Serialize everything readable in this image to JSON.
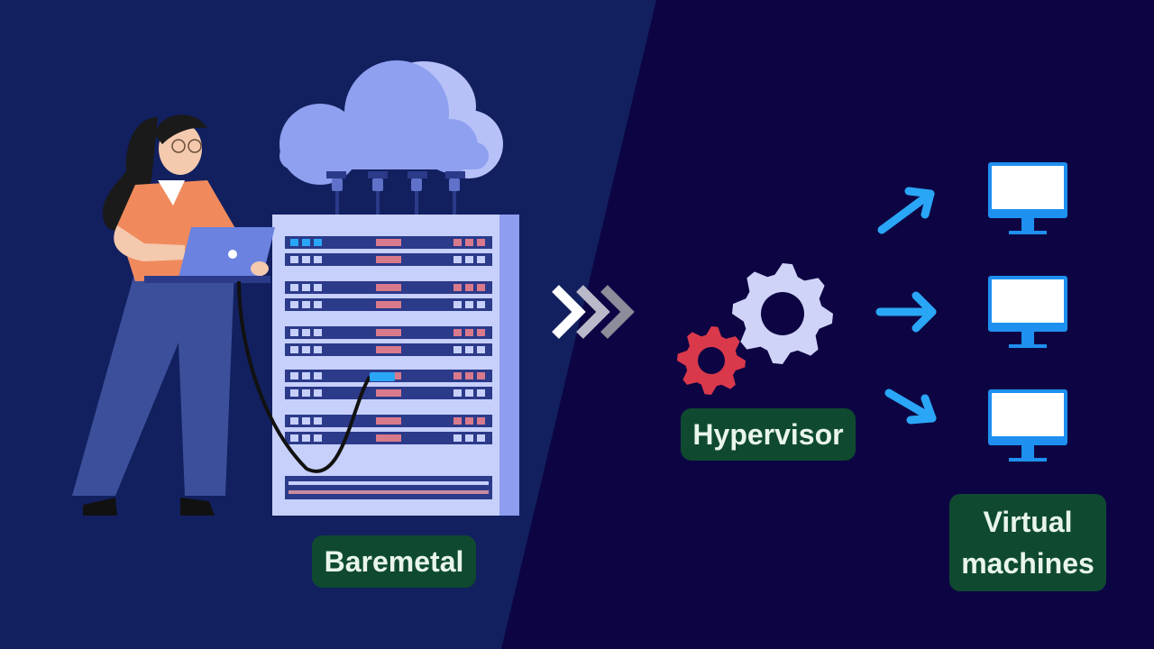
{
  "labels": {
    "baremetal": "Baremetal",
    "hypervisor": "Hypervisor",
    "virtual_machines_line1": "Virtual",
    "virtual_machines_line2": "machines"
  },
  "colors": {
    "left_background": "#12205f",
    "right_background": "#0d0543",
    "label_background": "#0f4a30",
    "label_text": "#e9f5ec",
    "cloud": "#8fa0f0",
    "server": "#c7d0fb",
    "arrow_blue": "#2aa6f6",
    "gear_large": "#cfd3f7",
    "gear_small": "#d9394b",
    "monitor_screen": "#ffffff",
    "monitor_frame": "#1e90f0"
  },
  "icons": [
    "woman-with-laptop-illustration",
    "cloud-icon",
    "server-rack-icon",
    "chevron-arrows-icon",
    "gear-icon",
    "arrow-icon",
    "monitor-icon"
  ]
}
